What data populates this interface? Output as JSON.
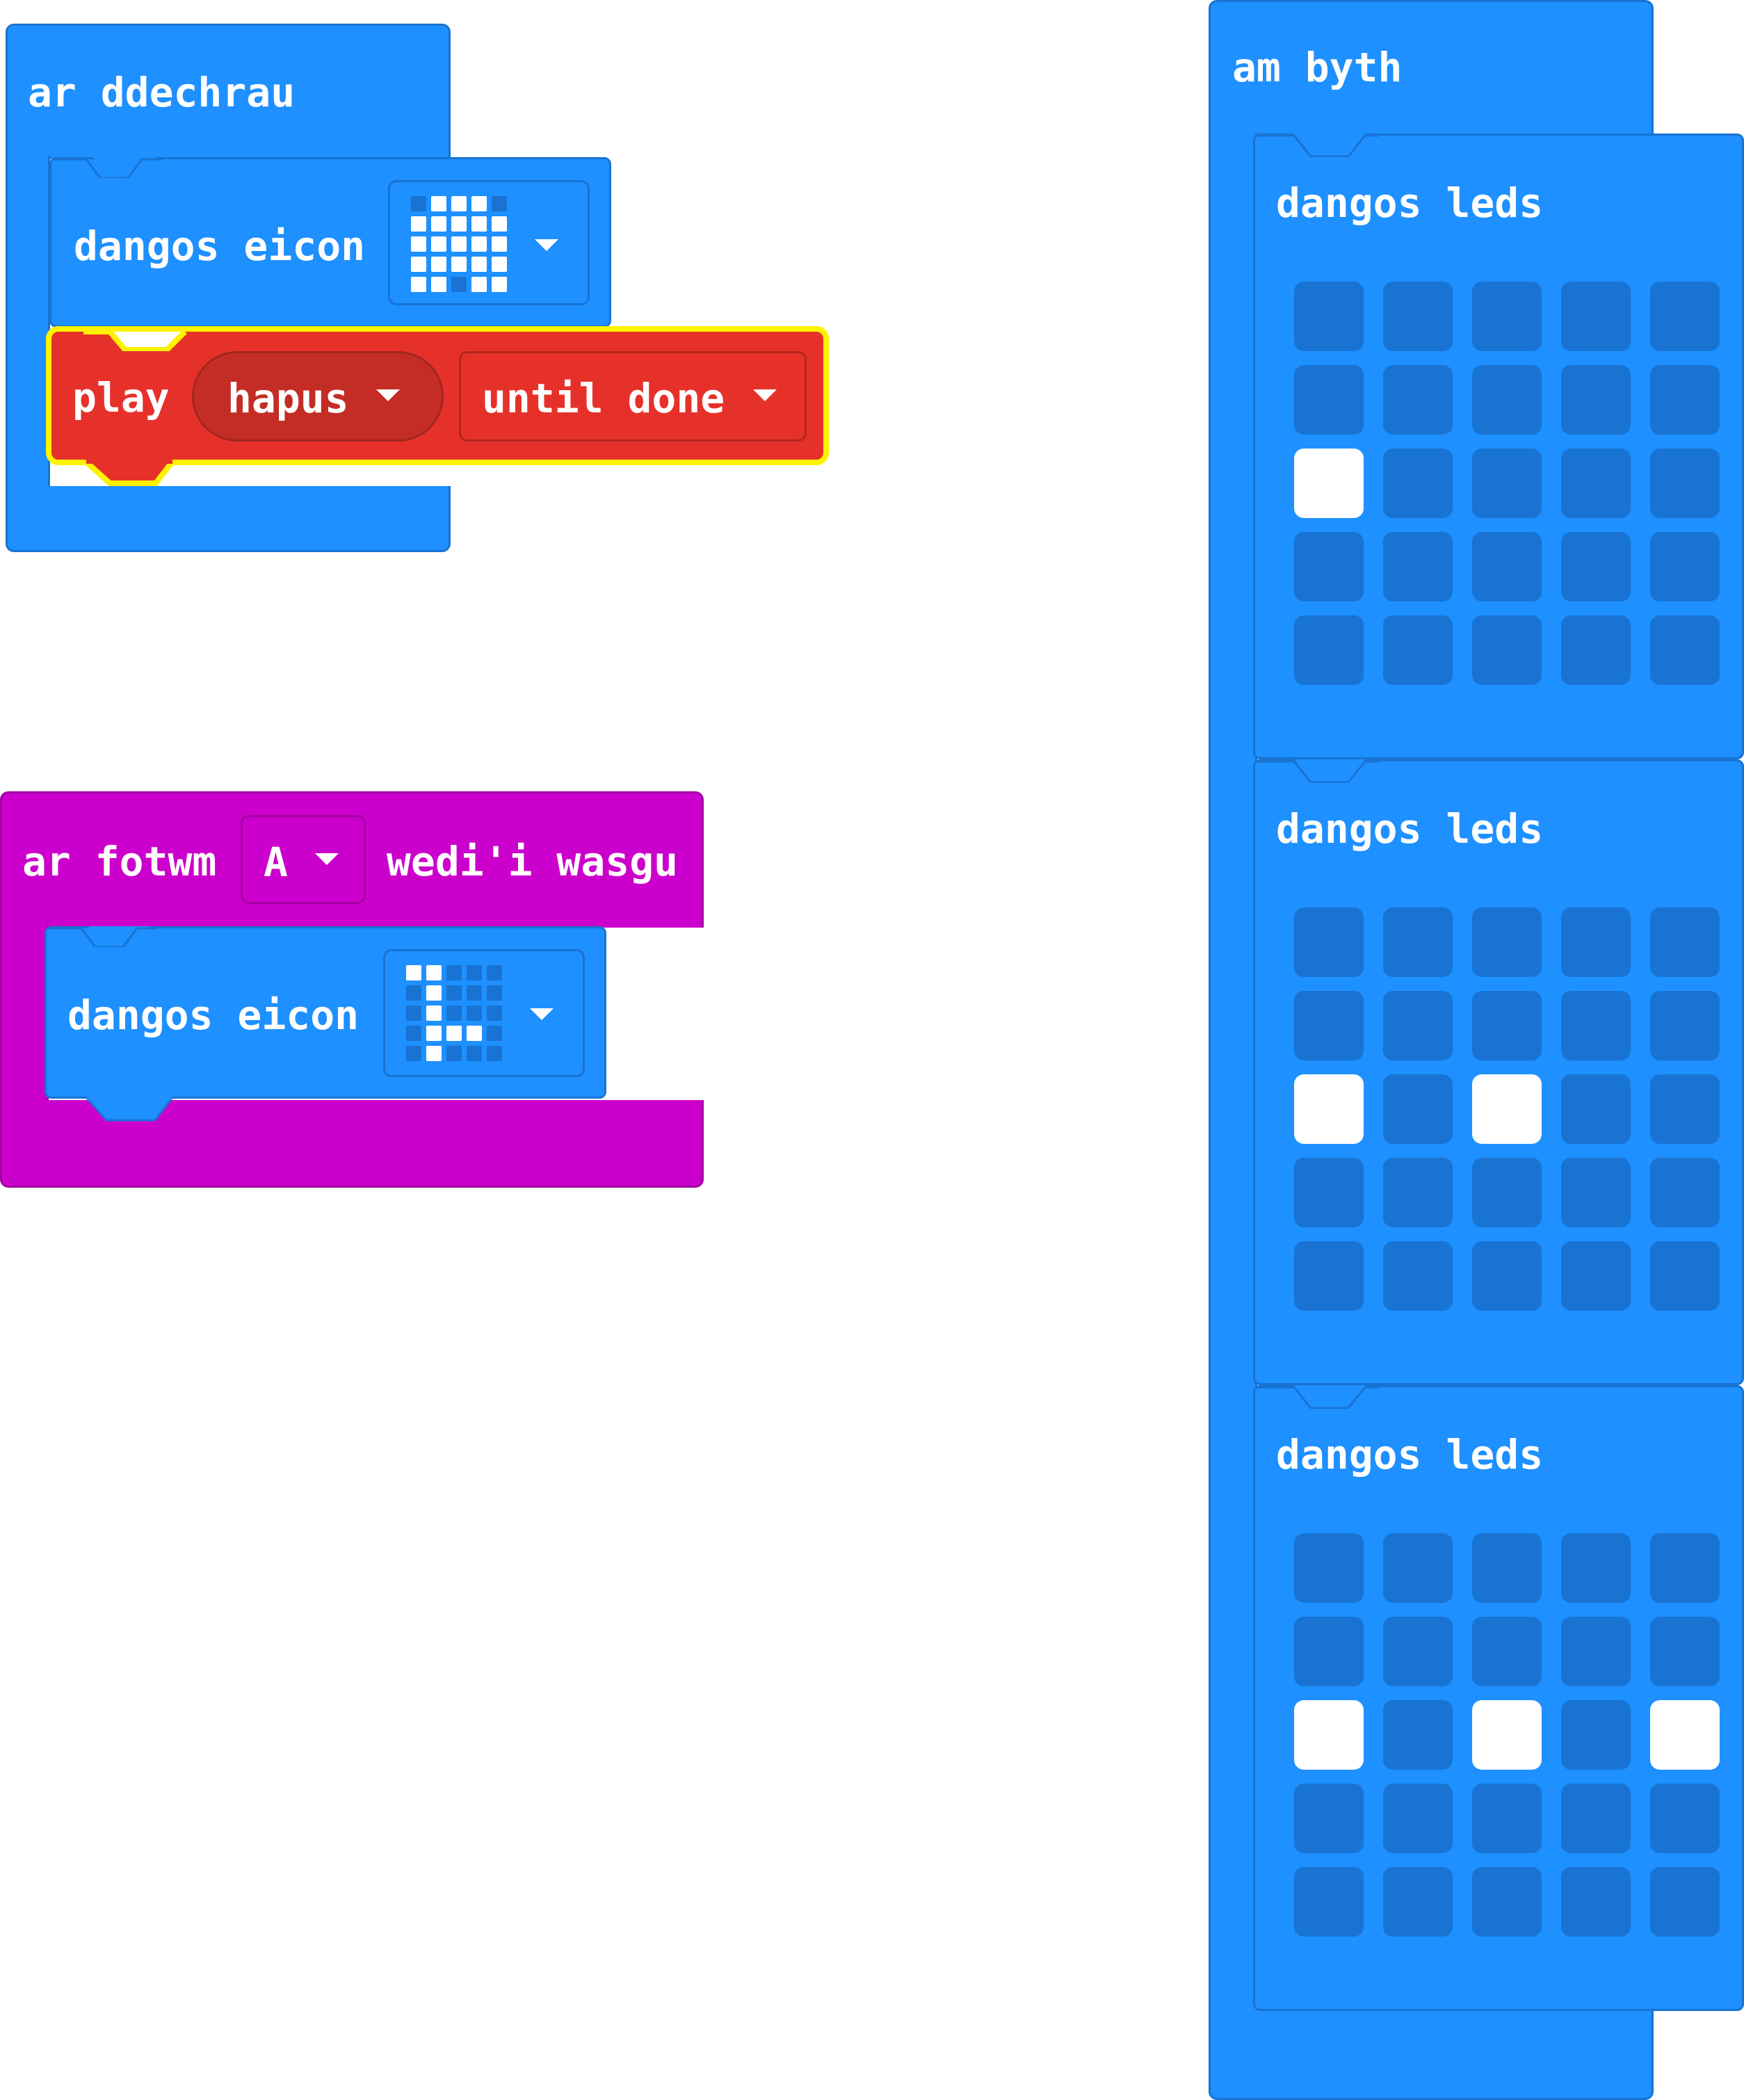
{
  "on_start": {
    "title": "ar ddechrau",
    "show_icon": {
      "label": "dangos eicon",
      "icon": "heart-icon",
      "pattern": [
        [
          0,
          1,
          1,
          1,
          0
        ],
        [
          1,
          1,
          1,
          1,
          1
        ],
        [
          1,
          1,
          1,
          1,
          1
        ],
        [
          1,
          1,
          1,
          1,
          1
        ],
        [
          1,
          1,
          0,
          1,
          1
        ]
      ]
    },
    "play": {
      "label": "play",
      "melody": "hapus",
      "mode": "until done"
    }
  },
  "on_button": {
    "prefix": "ar fotwm",
    "button": "A",
    "suffix": "wedi'i wasgu",
    "show_icon": {
      "label": "dangos eicon",
      "icon": "duck-icon",
      "pattern": [
        [
          1,
          1,
          0,
          0,
          0
        ],
        [
          0,
          1,
          0,
          0,
          0
        ],
        [
          0,
          1,
          0,
          0,
          0
        ],
        [
          0,
          1,
          1,
          1,
          0
        ],
        [
          0,
          1,
          0,
          0,
          0
        ]
      ]
    }
  },
  "forever": {
    "title": "am byth",
    "blocks": [
      {
        "label": "dangos leds",
        "leds": [
          [
            0,
            0,
            0,
            0,
            0
          ],
          [
            0,
            0,
            0,
            0,
            0
          ],
          [
            1,
            0,
            0,
            0,
            0
          ],
          [
            0,
            0,
            0,
            0,
            0
          ],
          [
            0,
            0,
            0,
            0,
            0
          ]
        ]
      },
      {
        "label": "dangos leds",
        "leds": [
          [
            0,
            0,
            0,
            0,
            0
          ],
          [
            0,
            0,
            0,
            0,
            0
          ],
          [
            1,
            0,
            1,
            0,
            0
          ],
          [
            0,
            0,
            0,
            0,
            0
          ],
          [
            0,
            0,
            0,
            0,
            0
          ]
        ]
      },
      {
        "label": "dangos leds",
        "leds": [
          [
            0,
            0,
            0,
            0,
            0
          ],
          [
            0,
            0,
            0,
            0,
            0
          ],
          [
            1,
            0,
            1,
            0,
            1
          ],
          [
            0,
            0,
            0,
            0,
            0
          ],
          [
            0,
            0,
            0,
            0,
            0
          ]
        ]
      }
    ]
  },
  "colors": {
    "basic_blue": "#1e90ff",
    "basic_blue_dark": "#1873d3",
    "input_magenta": "#cc00cc",
    "music_red": "#e6312a",
    "highlight_yellow": "#fff200",
    "led_on": "#ffffff"
  }
}
